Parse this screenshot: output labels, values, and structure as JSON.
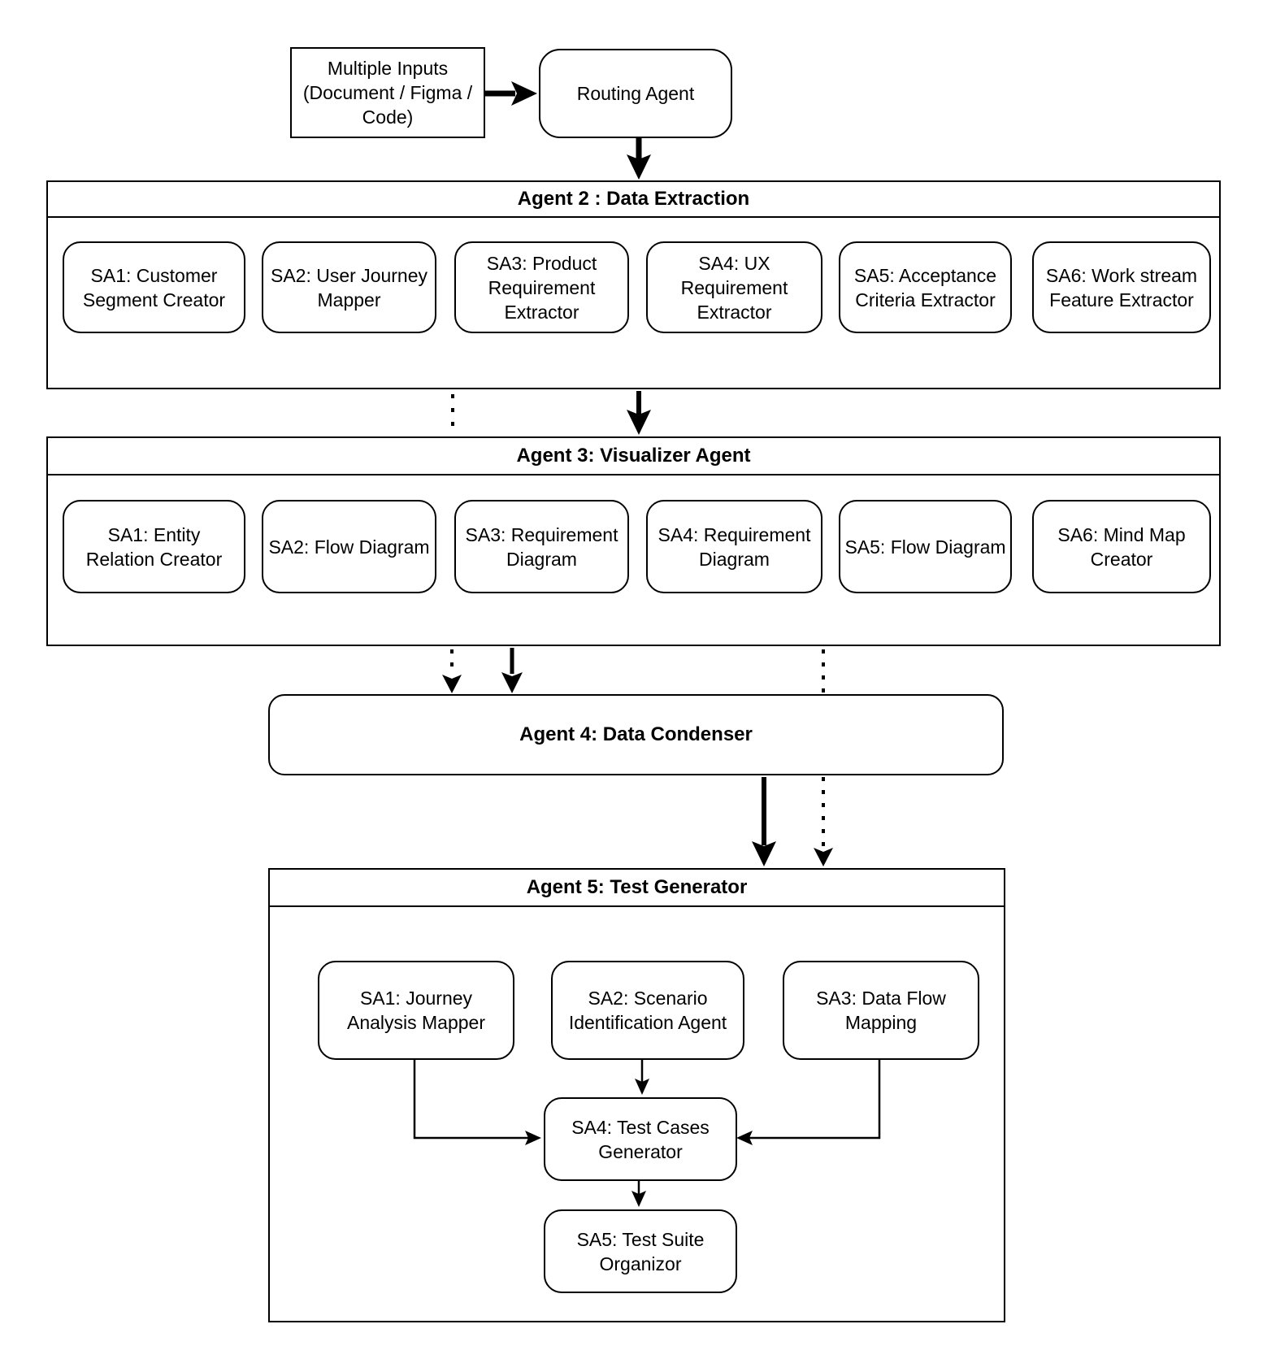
{
  "diagram": {
    "colors": {
      "stroke": "#000000",
      "background": "#ffffff"
    },
    "inputs": {
      "label": "Multiple Inputs\n(Document / Figma /\nCode)"
    },
    "routing": {
      "label": "Routing Agent"
    },
    "agent2": {
      "title": "Agent 2 : Data Extraction",
      "boxes": [
        "SA1: Customer\nSegment Creator",
        "SA2: User Journey\nMapper",
        "SA3: Product\nRequirement\nExtractor",
        "SA4: UX\nRequirement\nExtractor",
        "SA5: Acceptance\nCriteria Extractor",
        "SA6: Work stream\nFeature Extractor"
      ]
    },
    "agent3": {
      "title": "Agent 3: Visualizer Agent",
      "boxes": [
        "SA1: Entity\nRelation Creator",
        "SA2: Flow Diagram",
        "SA3: Requirement\nDiagram",
        "SA4: Requirement\nDiagram",
        "SA5: Flow Diagram",
        "SA6: Mind Map\nCreator"
      ]
    },
    "agent4": {
      "title": "Agent 4: Data Condenser"
    },
    "agent5": {
      "title": "Agent 5: Test Generator",
      "boxes": [
        "SA1: Journey\nAnalysis Mapper",
        "SA2: Scenario\nIdentification Agent",
        "SA3: Data Flow\nMapping",
        "SA4: Test Cases\nGenerator",
        "SA5: Test Suite\nOrganizor"
      ]
    }
  }
}
